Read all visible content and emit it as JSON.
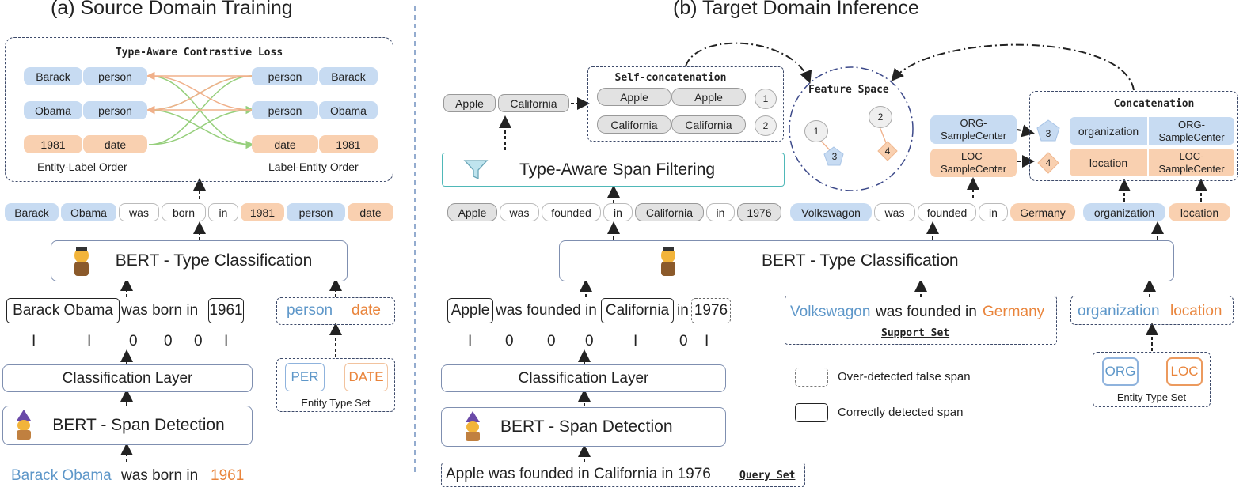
{
  "left": {
    "title": "(a) Source Domain Training",
    "loss_box": {
      "title": "Type-Aware Contrastive Loss",
      "left_rows": [
        [
          "Barack",
          "person"
        ],
        [
          "Obama",
          "person"
        ],
        [
          "1981",
          "date"
        ]
      ],
      "right_rows": [
        [
          "person",
          "Barack"
        ],
        [
          "person",
          "Obama"
        ],
        [
          "date",
          "1981"
        ]
      ],
      "left_caption": "Entity-Label Order",
      "right_caption": "Label-Entity Order"
    },
    "token_row": [
      "Barack",
      "Obama",
      "was",
      "born",
      "in",
      "1981",
      "person",
      "date"
    ],
    "bert_type": "BERT - Type Classification",
    "span_tokens": [
      "Barack Obama",
      "was born in",
      "1961"
    ],
    "type_tokens": [
      "person",
      "date"
    ],
    "bio": [
      "I",
      "I",
      "0",
      "0",
      "0",
      "I"
    ],
    "classification": "Classification Layer",
    "bert_span": "BERT - Span Detection",
    "entity_types": [
      "PER",
      "DATE"
    ],
    "entity_type_set": "Entity Type Set",
    "input": [
      "Barack Obama",
      "was born in",
      "1961"
    ]
  },
  "right": {
    "title": "(b) Target Domain Inference",
    "selected": [
      "Apple",
      "California"
    ],
    "self_concat": {
      "title": "Self-concatenation",
      "rows": [
        [
          "Apple",
          "Apple",
          "1"
        ],
        [
          "California",
          "California",
          "2"
        ]
      ]
    },
    "feature_space": "Feature Space",
    "feature_nums": [
      "1",
      "2",
      "3",
      "4"
    ],
    "filter": "Type-Aware Span Filtering",
    "centers": [
      "ORG-\nSampleCenter",
      "LOC-\nSampleCenter"
    ],
    "concat": {
      "title": "Concatenation",
      "nums": [
        "3",
        "4"
      ],
      "rows": [
        [
          "organization",
          "ORG-\nSampleCenter"
        ],
        [
          "location",
          "LOC-\nSampleCenter"
        ]
      ]
    },
    "query_row": [
      "Apple",
      "was",
      "founded",
      "in",
      "California",
      "in",
      "1976"
    ],
    "support_row": [
      "Volkswagon",
      "was",
      "founded",
      "in",
      "Germany"
    ],
    "label_row": [
      "organization",
      "location"
    ],
    "bert_type": "BERT - Type Classification",
    "query_spans": [
      "Apple",
      "was founded in",
      "California",
      "in",
      "1976"
    ],
    "support_sentence": [
      "Volkswagon",
      "was founded in",
      "Germany"
    ],
    "support_label": "Support Set",
    "type_tokens": [
      "organization",
      "location"
    ],
    "bio": [
      "I",
      "0",
      "0",
      "0",
      "I",
      "0",
      "I"
    ],
    "classification": "Classification Layer",
    "bert_span": "BERT - Span Detection",
    "legend": [
      "Over-detected false span",
      "Correctly detected span"
    ],
    "entity_types": [
      "ORG",
      "LOC"
    ],
    "entity_type_set": "Entity Type Set",
    "query_input": "Apple was founded in California in 1976",
    "query_label": "Query Set"
  },
  "colors": {
    "blue": "#c7dbf2",
    "orange": "#f9d0b0",
    "text_blue": "#5e97c9",
    "text_orange": "#e9843b"
  }
}
